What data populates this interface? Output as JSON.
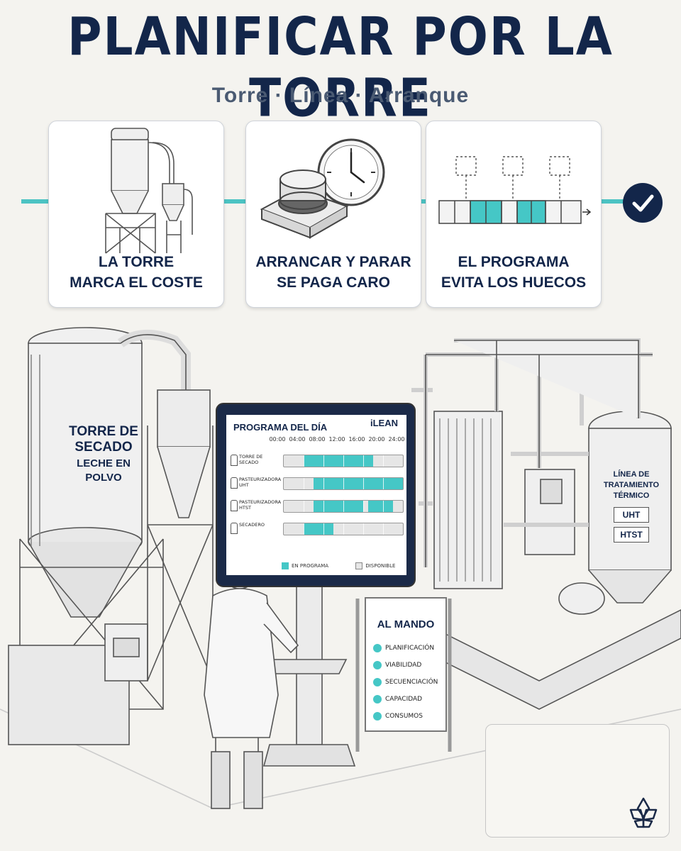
{
  "header": {
    "title": "PLANIFICAR POR LA TORRE",
    "subtitle": "Torre · Línea · Arranque"
  },
  "cards": [
    {
      "line1": "LA TORRE",
      "line2": "MARCA EL COSTE"
    },
    {
      "line1": "ARRANCAR Y PARAR",
      "line2": "SE PAGA CARO"
    },
    {
      "line1": "EL PROGRAMA",
      "line2": "EVITA LOS HUECOS"
    }
  ],
  "tower": {
    "line1": "TORRE DE",
    "line2": "SECADO",
    "line3": "LECHE EN",
    "line4": "POLVO"
  },
  "thermal": {
    "line1": "LÍNEA DE",
    "line2": "TRATAMIENTO",
    "line3": "TÉRMICO",
    "tag1": "UHT",
    "tag2": "HTST"
  },
  "schedule": {
    "title": "PROGRAMA DEL DÍA",
    "brand": "iLEAN",
    "hours": [
      "00:00",
      "04:00",
      "08:00",
      "12:00",
      "16:00",
      "20:00",
      "24:00"
    ],
    "rows": [
      {
        "label": "TORRE DE SECADO",
        "blocks": [
          [
            4,
            18
          ]
        ]
      },
      {
        "label": "PASTEURIZADORA UHT",
        "blocks": [
          [
            6,
            24
          ]
        ]
      },
      {
        "label": "PASTEURIZADORA HTST",
        "blocks": [
          [
            6,
            16
          ],
          [
            17,
            22
          ]
        ]
      },
      {
        "label": "SECADERO",
        "blocks": [
          [
            4,
            10
          ]
        ]
      }
    ],
    "legend_active": "EN PROGRAMA",
    "legend_available": "DISPONIBLE",
    "colors": {
      "active": "#45c7c6",
      "available": "#e6e6e6"
    }
  },
  "mando": {
    "title": "AL MANDO",
    "items": [
      "PLANIFICACIÓN",
      "VIABILIDAD",
      "SECUENCIACIÓN",
      "CAPACIDAD",
      "CONSUMOS"
    ]
  },
  "colors": {
    "navy": "#13264a",
    "teal": "#4cc3c3",
    "background": "#f4f3ef"
  },
  "icons": [
    "dryer-tower-icon",
    "stop-button-icon",
    "clock-icon",
    "schedule-strip-icon",
    "checkmark-icon",
    "lotus-logo-icon"
  ]
}
